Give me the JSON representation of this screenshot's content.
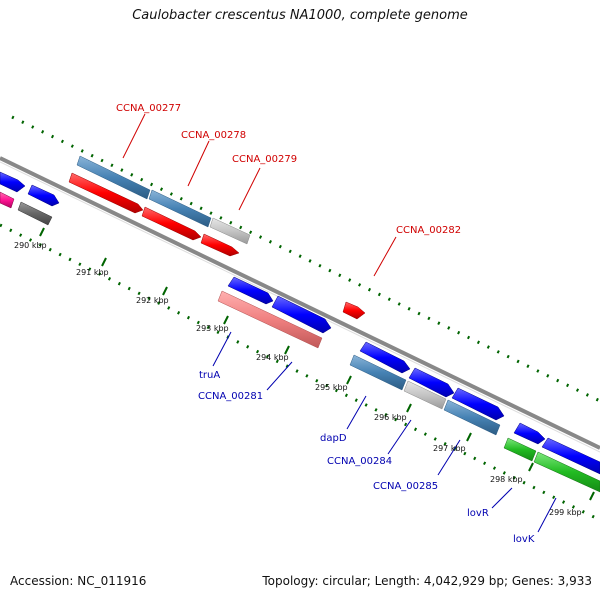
{
  "title": "Caulobacter crescentus NA1000, complete genome",
  "footer": {
    "accession": "Accession: NC_011916",
    "summary": "Topology: circular; Length: 4,042,929 bp; Genes: 3,933"
  },
  "ticks": [
    "290 kbp",
    "291 kbp",
    "292 kbp",
    "293 kbp",
    "294 kbp",
    "295 kbp",
    "296 kbp",
    "297 kbp",
    "298 kbp",
    "299 kbp"
  ],
  "labels_top": [
    "CCNA_00277",
    "CCNA_00278",
    "CCNA_00279",
    "CCNA_00282"
  ],
  "labels_bottom": [
    "truA",
    "CCNA_00281",
    "dapD",
    "CCNA_00284",
    "CCNA_00285",
    "lovR",
    "lovK"
  ],
  "colors": {
    "forward_cds": "#ff0000",
    "reverse_cds": "#0000ff",
    "gene_steelblue": "#4682b4",
    "gene_gray": "#c0c0c0",
    "gene_pink": "#f08080",
    "gene_green": "#22bb22",
    "gene_magenta": "#ff1493",
    "gene_darkgray": "#666666",
    "backbone": "#888888",
    "tick_mark": "#006400",
    "label_top": "#d00000",
    "label_bottom": "#0000b0"
  }
}
